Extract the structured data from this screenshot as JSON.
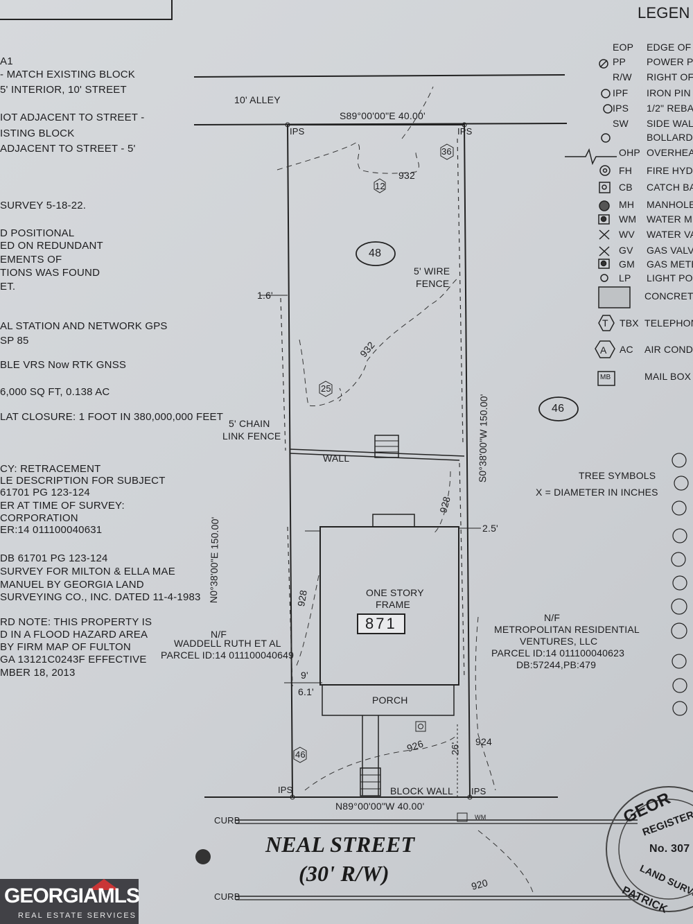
{
  "legend": {
    "title": "LEGEN",
    "items": [
      {
        "code": "EOP",
        "label": "EDGE OF F",
        "symbol": "none"
      },
      {
        "code": "PP",
        "label": "POWER PO",
        "symbol": "power-pole-icon"
      },
      {
        "code": "R/W",
        "label": "RIGHT OF",
        "symbol": "none"
      },
      {
        "code": "IPF",
        "label": "IRON PIN",
        "symbol": "circle-icon"
      },
      {
        "code": "IPS",
        "label": "1/2\" REBA",
        "symbol": "circle-icon"
      },
      {
        "code": "SW",
        "label": "SIDE WALK",
        "symbol": "none"
      },
      {
        "code": "",
        "label": "BOLLARD",
        "symbol": "circle-icon"
      },
      {
        "code": "OHP",
        "label": "OVERHEAD",
        "symbol": "overhead-line-icon"
      },
      {
        "code": "FH",
        "label": "FIRE HYDR",
        "symbol": "fire-hydrant-icon"
      },
      {
        "code": "CB",
        "label": "CATCH BAS",
        "symbol": "catch-basin-icon"
      },
      {
        "code": "MH",
        "label": "MANHOLE",
        "symbol": "manhole-icon"
      },
      {
        "code": "WM",
        "label": "WATER ME",
        "symbol": "water-meter-icon"
      },
      {
        "code": "WV",
        "label": "WATER VAL",
        "symbol": "water-valve-icon"
      },
      {
        "code": "GV",
        "label": "GAS VALVE",
        "symbol": "gas-valve-icon"
      },
      {
        "code": "GM",
        "label": "GAS METER",
        "symbol": "gas-meter-icon"
      },
      {
        "code": "LP",
        "label": "LIGHT POLE",
        "symbol": "light-pole-icon"
      },
      {
        "code": "",
        "label": "CONCRETE",
        "symbol": "concrete-icon"
      },
      {
        "code": "TBX",
        "label": "TELEPHONE",
        "symbol": "telephone-box-icon",
        "glyph": "T"
      },
      {
        "code": "AC",
        "label": "AIR CONDIT",
        "symbol": "air-conditioner-icon",
        "glyph": "A"
      },
      {
        "code": "",
        "label": "MAIL BOX",
        "symbol": "mail-box-icon",
        "glyph": "MB"
      }
    ]
  },
  "notes": [
    "A1",
    "- MATCH EXISTING BLOCK",
    "5' INTERIOR, 10' STREET",
    "IOT ADJACENT TO STREET -",
    "ISTING BLOCK",
    "ADJACENT TO STREET - 5'",
    "SURVEY 5-18-22.",
    "D POSITIONAL",
    "ED ON REDUNDANT",
    "EMENTS OF",
    "TIONS WAS FOUND",
    "ET.",
    "AL STATION AND NETWORK GPS",
    "SP 85",
    "BLE VRS Now RTK GNSS",
    "6,000 SQ FT, 0.138 AC",
    "LAT CLOSURE: 1 FOOT IN 380,000,000 FEET",
    "CY: RETRACEMENT",
    "LE DESCRIPTION FOR SUBJECT",
    "61701 PG 123-124",
    "ER AT TIME OF SURVEY:",
    "CORPORATION",
    "ER:14 011100040631",
    "DB 61701 PG 123-124",
    "SURVEY FOR MILTON & ELLA MAE",
    "MANUEL BY GEORGIA LAND",
    "SURVEYING CO., INC. DATED 11-4-1983",
    "RD NOTE: THIS PROPERTY IS",
    "D IN A FLOOD HAZARD AREA",
    "BY FIRM MAP OF FULTON",
    "GA 13121C0243F EFFECTIVE",
    "MBER 18, 2013"
  ],
  "plat": {
    "alley": "10' ALLEY",
    "bearing_top": "S89°00'00\"E  40.00'",
    "bearing_bottom": "N89°00'00\"W  40.00'",
    "bearing_left": "N0°38'00\"E  150.00'",
    "bearing_right": "S0°38'00\"W  150.00'",
    "ips": "IPS",
    "lot_number": "48",
    "adjacent_lot": "46",
    "trees": [
      "12",
      "36",
      "25",
      "46"
    ],
    "contours": [
      "932",
      "932",
      "928",
      "928",
      "926",
      "924",
      "920"
    ],
    "fence_wire": [
      "5' WIRE",
      "FENCE"
    ],
    "fence_chain": [
      "5' CHAIN",
      "LINK FENCE"
    ],
    "wall": "WALL",
    "block_wall": "BLOCK WALL",
    "offsets": {
      "a": "1.6'",
      "b": "2.5'",
      "c": "9'",
      "d": "6.1'",
      "e": "26'"
    },
    "house": {
      "label1": "ONE STORY",
      "label2": "FRAME",
      "number": "871",
      "porch": "PORCH"
    },
    "neighbor_left": [
      "N/F",
      "WADDELL RUTH ET AL",
      "PARCEL ID:14 011100040649"
    ],
    "neighbor_right": [
      "N/F",
      "METROPOLITAN RESIDENTIAL",
      "VENTURES, LLC",
      "PARCEL ID:14 011100040623",
      "DB:57244,PB:479"
    ],
    "tree_symbols": [
      "TREE SYMBOLS",
      "X = DIAMETER IN INCHES"
    ],
    "curb": "CURB",
    "wm": "WM",
    "street_name": "NEAL STREET",
    "street_rw": "(30' R/W)"
  },
  "seal": {
    "l1": "GEOR",
    "l2": "REGISTERE",
    "l3": "No. 307",
    "l4": "LAND SURVE",
    "l5": "PATRICK"
  },
  "logo": {
    "text": "GEORGIAMLS",
    "sub": "REAL ESTATE SERVICES"
  },
  "colors": {
    "ink": "#1d1d1f",
    "paper": "#d3d6d9",
    "logo_bg": "#2a2a2e",
    "logo_roof": "#c93636"
  }
}
